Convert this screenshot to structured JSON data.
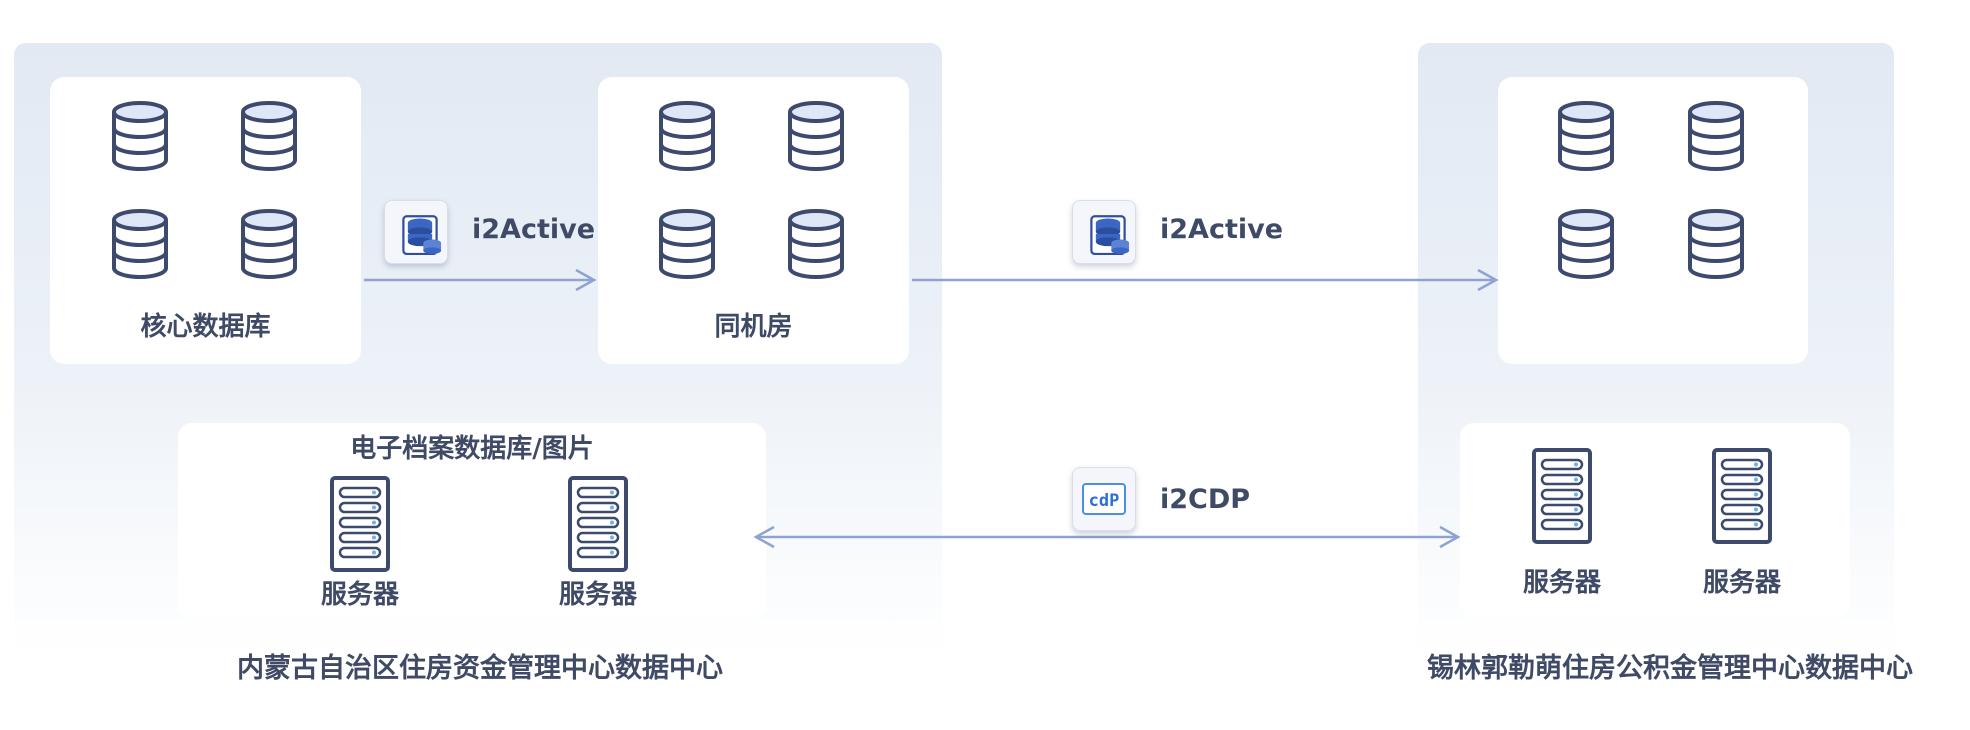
{
  "left_region": {
    "title": "内蒙古自治区住房资金管理中心数据中心"
  },
  "right_region": {
    "title": "锡林郭勒萌住房公积金管理中心数据中心"
  },
  "core_db": {
    "label": "核心数据库",
    "icon": "database-icon"
  },
  "same_room": {
    "label": "同机房",
    "icon": "database-icon"
  },
  "remote_db": {
    "icon": "database-icon"
  },
  "archive": {
    "title": "电子档案数据库/图片",
    "servers": [
      {
        "label": "服务器"
      },
      {
        "label": "服务器"
      }
    ]
  },
  "remote_servers": {
    "servers": [
      {
        "label": "服务器"
      },
      {
        "label": "服务器"
      }
    ]
  },
  "links": {
    "local_active": {
      "label": "i2Active",
      "icon": "i2active-icon"
    },
    "remote_active": {
      "label": "i2Active",
      "icon": "i2active-icon"
    },
    "cdp": {
      "label": "i2CDP",
      "icon": "cdp-icon",
      "icon_text": "cdP"
    }
  },
  "colors": {
    "arrow": "#8fa3d2",
    "icon_stroke": "#3d4a6d",
    "db_fill": "#dfe6f7"
  }
}
